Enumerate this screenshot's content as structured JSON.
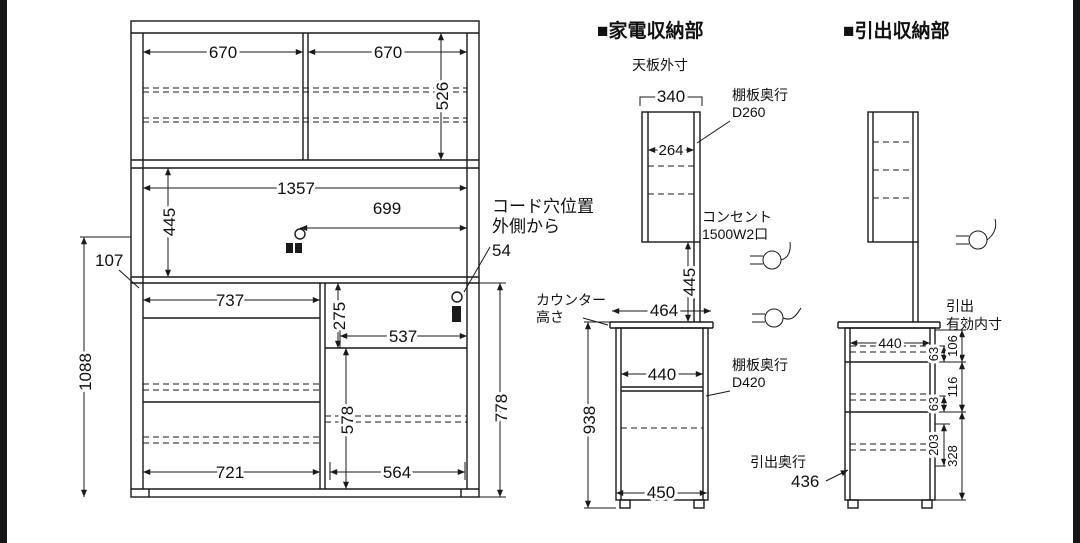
{
  "front": {
    "d670_left": "670",
    "d670_right": "670",
    "d526": "526",
    "d1357": "1357",
    "d445": "445",
    "d699": "699",
    "cord_note_line1": "コード穴位置",
    "cord_note_line2": "外側から",
    "cord_note_value": "54",
    "d107": "107",
    "d737": "737",
    "d275": "275",
    "d537": "537",
    "d1088": "1088",
    "d721": "721",
    "d578": "578",
    "d564": "564",
    "d778": "778"
  },
  "appliance": {
    "title": "■家電収納部",
    "top_board_label": "天板外寸",
    "d340": "340",
    "shelf_upper_label": "棚板奥行",
    "shelf_upper_depth": "D260",
    "d264": "264",
    "outlet_label1": "コンセント",
    "outlet_label2": "1500W2口",
    "d445": "445",
    "counter_label1": "カウンター",
    "counter_label2": "高さ",
    "d464": "464",
    "d440": "440",
    "shelf_lower_label": "棚板奥行",
    "shelf_lower_depth": "D420",
    "d938": "938",
    "d450": "450",
    "drawer_depth_label": "引出奥行",
    "drawer_depth_value": "436"
  },
  "drawer": {
    "title": "■引出収納部",
    "label1": "引出",
    "label2": "有効内寸",
    "d440": "440",
    "d106": "106",
    "d63_top": "63",
    "d116": "116",
    "d63_mid": "63",
    "d203": "203",
    "d328": "328"
  }
}
